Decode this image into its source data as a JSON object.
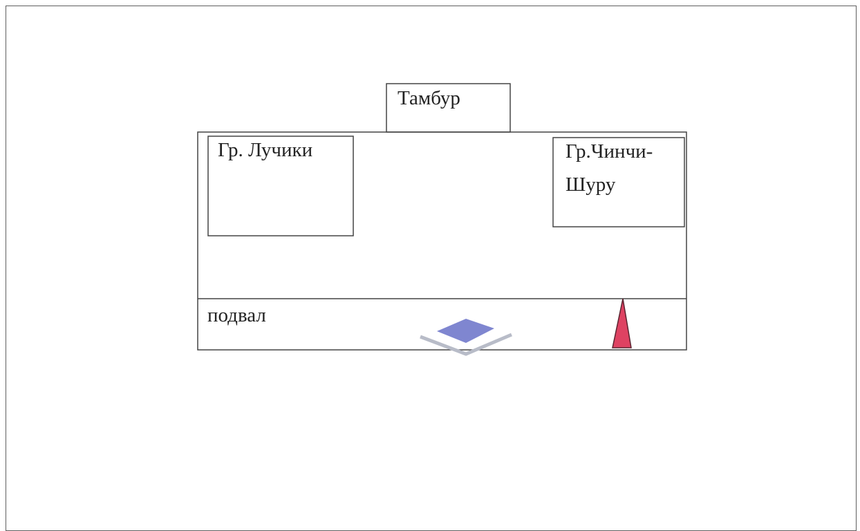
{
  "diagram": {
    "vestibule_label": "Тамбур",
    "group_left_label": "Гр. Лучики",
    "group_right_label_line1": "Гр.Чинчи-",
    "group_right_label_line2": "Шуру",
    "basement_label": "подвал"
  },
  "colors": {
    "line": "#444444",
    "diamond_fill": "#7f86d0",
    "diamond_shadow": "#b8bcc8",
    "triangle_fill": "#de4262",
    "triangle_stroke": "#5a2430"
  },
  "icons": {
    "diamond": "diamond-icon",
    "triangle": "triangle-icon"
  }
}
